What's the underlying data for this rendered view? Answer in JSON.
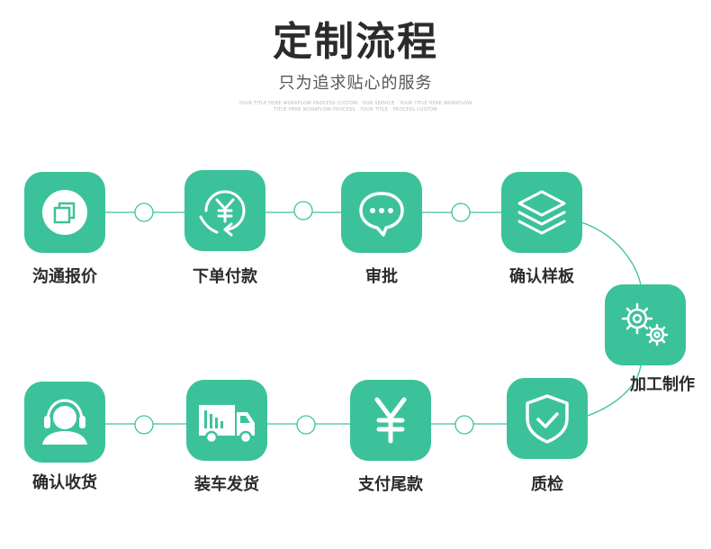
{
  "header": {
    "title": "定制流程",
    "subtitle": "只为追求贴心的服务",
    "fineprint_line1": "YOUR TITLE HERE WORKFLOW PROCESS CUSTOM · OUR SERVICE · YOUR TITLE HERE WORKFLOW",
    "fineprint_line2": "TITLE HERE WORKFLOW PROCESS · YOUR TITLE · PROCESS CUSTOM"
  },
  "accent_color": "#3cc29a",
  "steps": [
    {
      "id": "communicate-quote",
      "label": "沟通报价",
      "icon": "square-stack-icon"
    },
    {
      "id": "place-order-pay",
      "label": "下单付款",
      "icon": "yuan-return-icon"
    },
    {
      "id": "approval",
      "label": "审批",
      "icon": "chat-bubble-icon"
    },
    {
      "id": "confirm-sample",
      "label": "确认样板",
      "icon": "layers-icon"
    },
    {
      "id": "processing",
      "label": "加工制作",
      "icon": "gears-icon"
    },
    {
      "id": "quality-check",
      "label": "质检",
      "icon": "shield-check-icon"
    },
    {
      "id": "pay-balance",
      "label": "支付尾款",
      "icon": "yuan-icon"
    },
    {
      "id": "load-ship",
      "label": "装车发货",
      "icon": "truck-icon"
    },
    {
      "id": "confirm-receipt",
      "label": "确认收货",
      "icon": "headset-agent-icon"
    }
  ]
}
